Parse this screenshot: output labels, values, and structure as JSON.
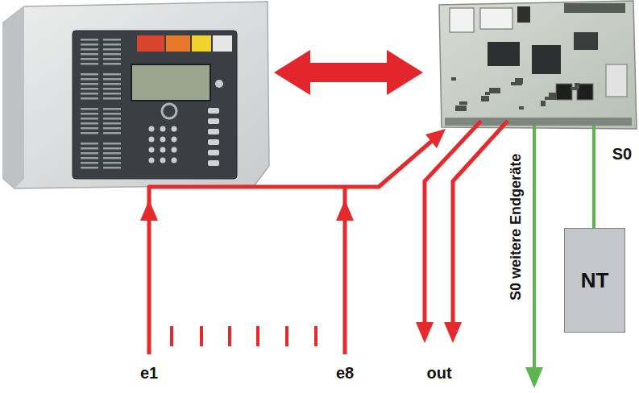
{
  "diagram": {
    "nodes": [
      {
        "text": [
          "NT"
        ]
      }
    ],
    "labels": [
      "e1",
      "e8",
      "out",
      "S0 weitere Endgeräte",
      "S0"
    ]
  }
}
